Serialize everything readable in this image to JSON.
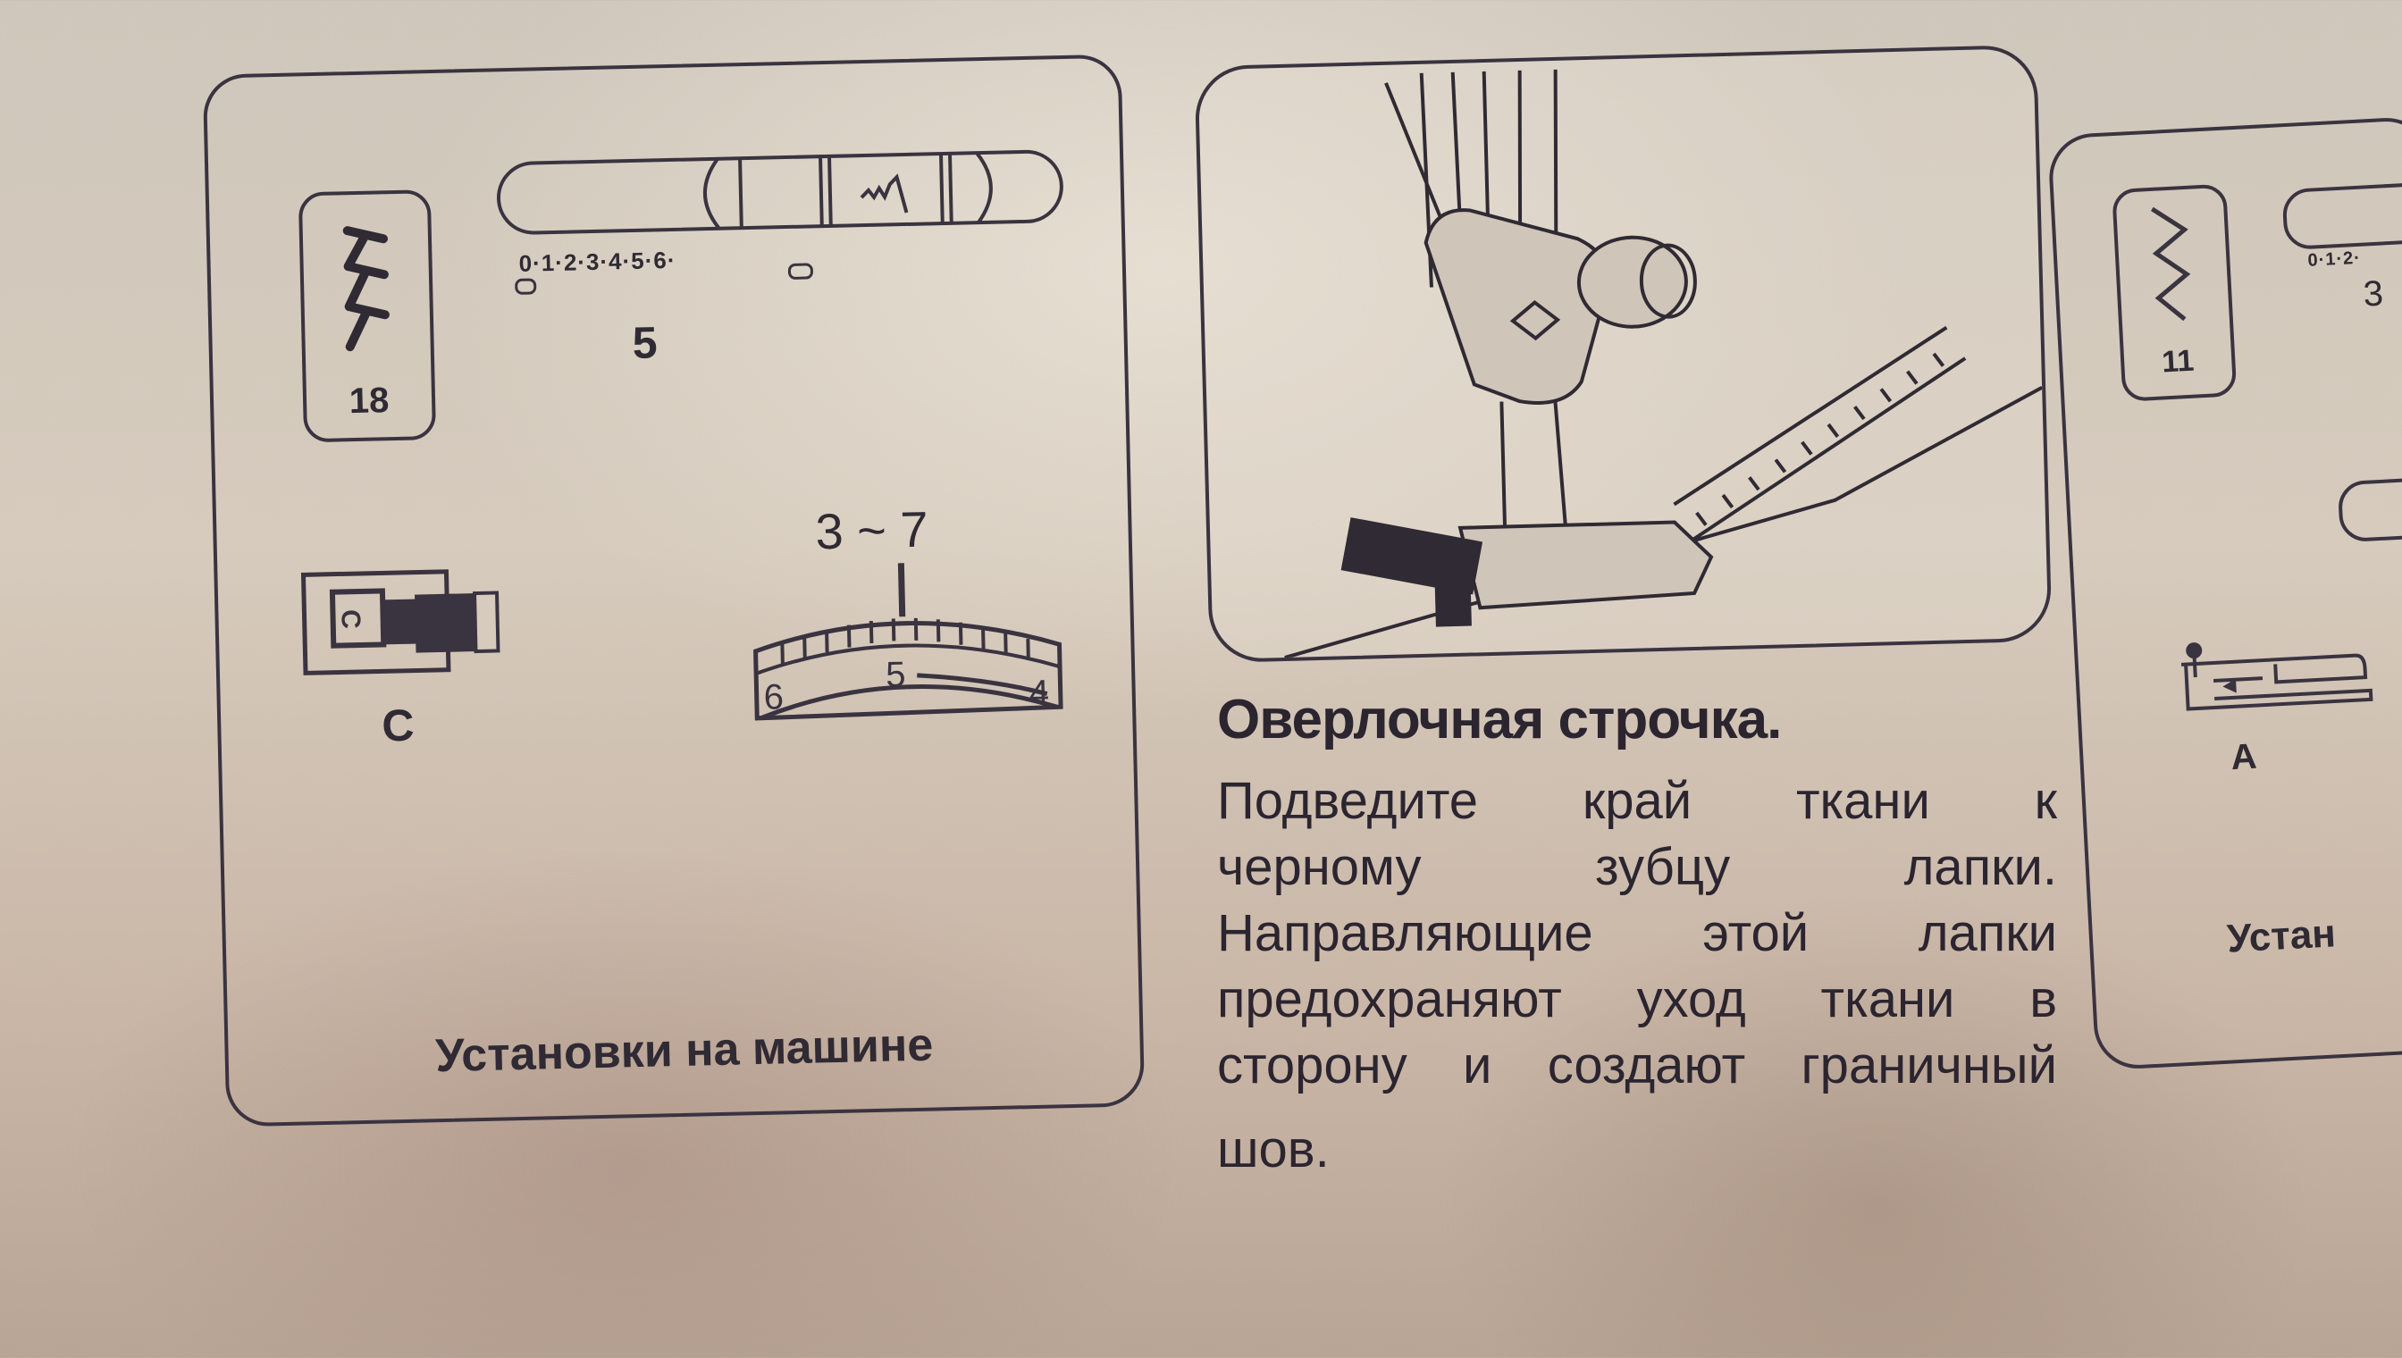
{
  "settings_panel": {
    "stitch_number": "18",
    "dial_scale": "0·1·2·3·4·5·6·",
    "stitch_length": "5",
    "foot_label": "C",
    "tension_range": "3 ~ 7",
    "tension_dial_marks": [
      "6",
      "5",
      "4"
    ],
    "caption": "Установки на машине"
  },
  "overlock_section": {
    "heading": "Оверлочная строчка.",
    "lines": [
      [
        "Подведите",
        "край",
        "ткани",
        "к"
      ],
      [
        "черному",
        "зубцу",
        "лапки."
      ],
      [
        "Направляющие",
        "этой",
        "лапки"
      ],
      [
        "предохраняют",
        "уход",
        "ткани",
        "в"
      ],
      [
        "сторону",
        "и",
        "создают",
        "граничный"
      ],
      [
        "шов."
      ]
    ]
  },
  "next_panel": {
    "stitch_number": "11",
    "dial_scale": "0·1·2·",
    "stitch_length": "3",
    "foot_label": "A",
    "caption_partial": "Устан"
  }
}
